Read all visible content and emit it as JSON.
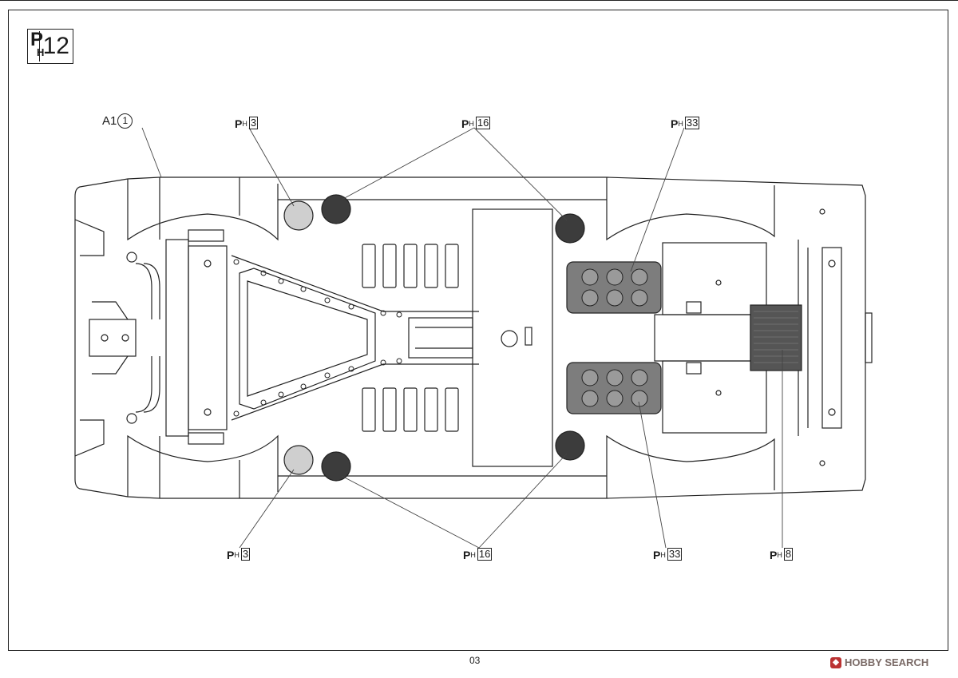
{
  "step": {
    "ph_p": "P",
    "ph_h": "H",
    "number": "12"
  },
  "part_label": {
    "text": "A1",
    "circled": "1"
  },
  "callouts": {
    "top_3": {
      "p": "P",
      "h": "H",
      "num": "3"
    },
    "top_16": {
      "p": "P",
      "h": "H",
      "num": "16"
    },
    "top_33": {
      "p": "P",
      "h": "H",
      "num": "33"
    },
    "bot_3": {
      "p": "P",
      "h": "H",
      "num": "3"
    },
    "bot_16": {
      "p": "P",
      "h": "H",
      "num": "16"
    },
    "bot_33": {
      "p": "P",
      "h": "H",
      "num": "33"
    },
    "bot_8": {
      "p": "P",
      "h": "H",
      "num": "8"
    }
  },
  "page_number": "03",
  "watermark": {
    "text": "HOBBY SEARCH"
  },
  "colors": {
    "ink": "#222222",
    "light_gray": "#cfcfcf",
    "dark_gray": "#3c3c3c",
    "mid_gray": "#7d7d7d",
    "radiator": "#555555"
  }
}
